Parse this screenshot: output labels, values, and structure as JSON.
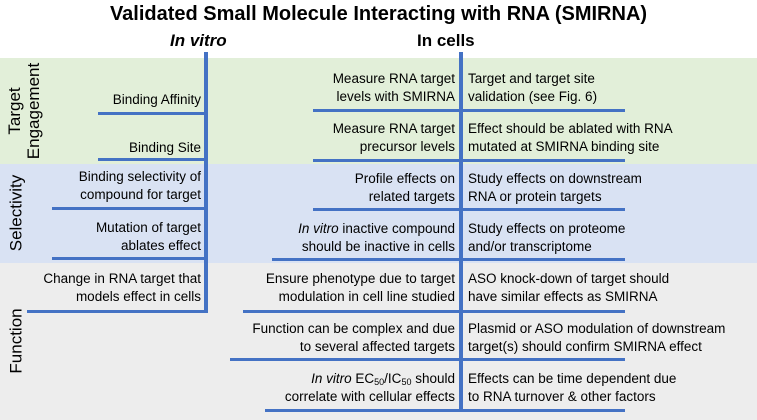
{
  "title": "Validated Small Molecule Interacting with RNA (SMIRNA)",
  "headers": {
    "in_vitro": "In vitro",
    "in_cells": "In cells"
  },
  "categories": {
    "target_engagement": [
      "Target",
      "Engagement"
    ],
    "selectivity": "Selectivity",
    "function": "Function"
  },
  "colors": {
    "engagement_band": "#e2efd9",
    "selectivity_band": "#d9e2f3",
    "function_band": "#ededed",
    "line": "#4472c4"
  },
  "in_vitro_items": [
    [
      "Binding Affinity"
    ],
    [
      "Binding Site"
    ],
    [
      "Binding selectivity of",
      "compound for target"
    ],
    [
      "Mutation of target",
      "ablates effect"
    ],
    [
      "Change in RNA target that",
      "models effect in cells"
    ]
  ],
  "in_cells_left": [
    [
      "Measure RNA target",
      "levels with SMIRNA"
    ],
    [
      "Measure RNA target",
      "precursor levels"
    ],
    [
      "Profile effects on",
      "related targets"
    ],
    [
      "In vitro",
      " inactive compound",
      "should be inactive in cells"
    ],
    [
      "Ensure phenotype due to target",
      "modulation in cell line studied"
    ],
    [
      "Function can be complex and due",
      "to several affected targets"
    ],
    [
      "In vitro",
      " EC",
      "50",
      "/IC",
      "50",
      " should",
      "correlate with cellular effects"
    ]
  ],
  "in_cells_right": [
    [
      "Target and target site",
      "validation (see Fig. 6)"
    ],
    [
      "Effect should be ablated with RNA",
      "mutated at SMIRNA binding site"
    ],
    [
      "Study effects on downstream",
      "RNA or protein targets"
    ],
    [
      "Study effects on proteome",
      "and/or transcriptome"
    ],
    [
      "ASO knock-down of target should",
      "have similar effects as SMIRNA"
    ],
    [
      "Plasmid or ASO modulation of downstream",
      "target(s) should confirm SMIRNA effect"
    ],
    [
      "Effects can be time dependent due",
      "to RNA turnover & other factors"
    ]
  ]
}
